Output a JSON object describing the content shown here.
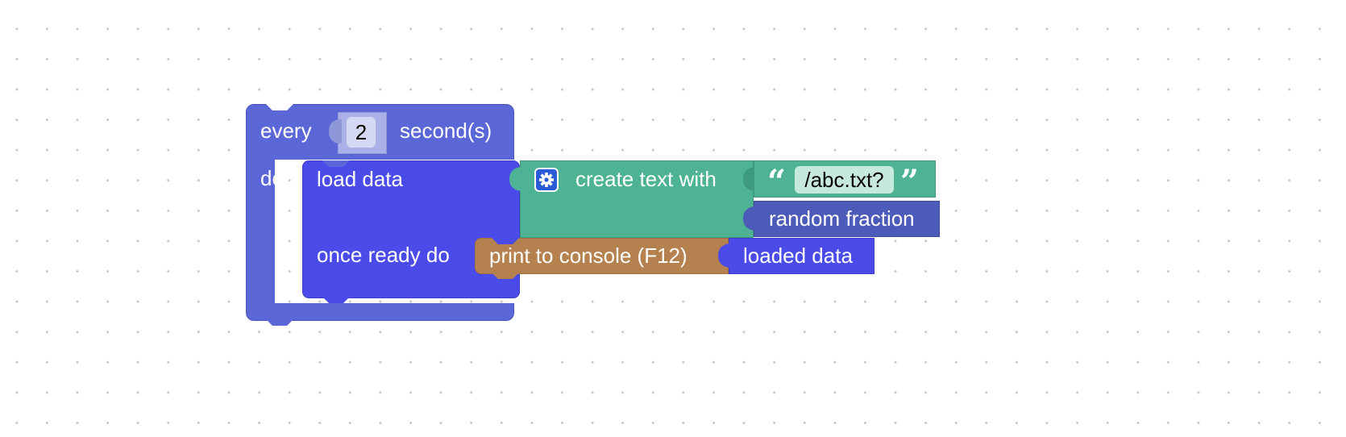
{
  "workspace": {
    "every_block": {
      "label_every": "every",
      "interval_value": "2",
      "label_unit": "second(s)",
      "label_do": "do",
      "color": "#5b67d6"
    },
    "load_data_block": {
      "label": "load data",
      "label_ready": "once ready do",
      "color": "#4a4be8"
    },
    "create_text_block": {
      "label": "create text with",
      "mutator_icon": "gear-icon",
      "color": "#4db394"
    },
    "text_literal_block": {
      "open_quote": "“",
      "value": "/abc.txt?",
      "close_quote": "”",
      "color": "#4db394"
    },
    "random_fraction_block": {
      "label": "random fraction",
      "color": "#4c5bb8"
    },
    "print_block": {
      "label": "print to console (F12)",
      "color": "#b5824f"
    },
    "loaded_data_block": {
      "label": "loaded data",
      "color": "#4a4be8"
    }
  }
}
